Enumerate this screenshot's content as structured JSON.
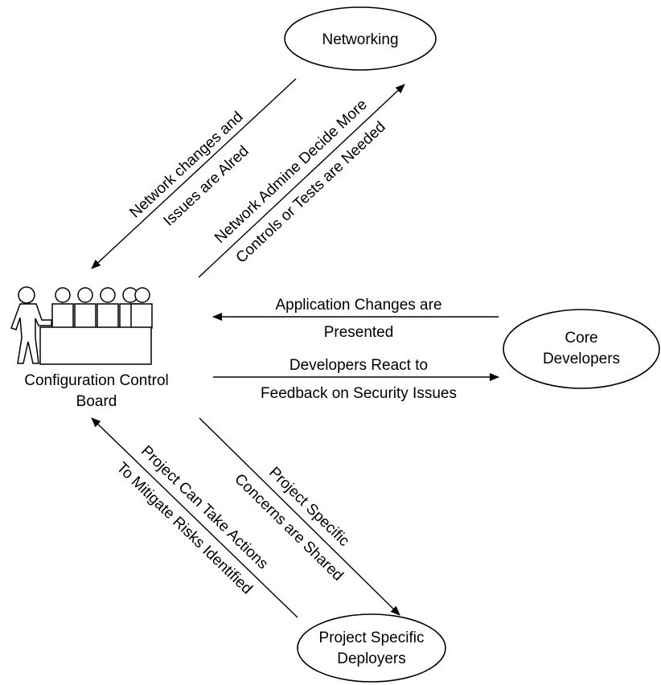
{
  "nodes": {
    "networking": "Networking",
    "core_developers": [
      "Core",
      "Developers"
    ],
    "project_deployers": [
      "Project Specific",
      "Deployers"
    ],
    "ccb": [
      "Configuration Control",
      "Board"
    ]
  },
  "edges": {
    "net_to_ccb": [
      "Network changes and",
      "Issues are Alred"
    ],
    "ccb_to_net": [
      "Network Admine Decide More",
      "Controls or Tests are Needed"
    ],
    "core_to_ccb": [
      "Application Changes are",
      "Presented"
    ],
    "ccb_to_core": [
      "Developers React to",
      "Feedback on Security Issues"
    ],
    "ccb_to_deployers": [
      "Project Specific",
      "Concerns are Shared"
    ],
    "deployers_to_ccb": [
      "Project Can Take Actions",
      "To Mitigate Risks Identified"
    ]
  },
  "colors": {
    "line": "#000000",
    "background": "#ffffff"
  }
}
